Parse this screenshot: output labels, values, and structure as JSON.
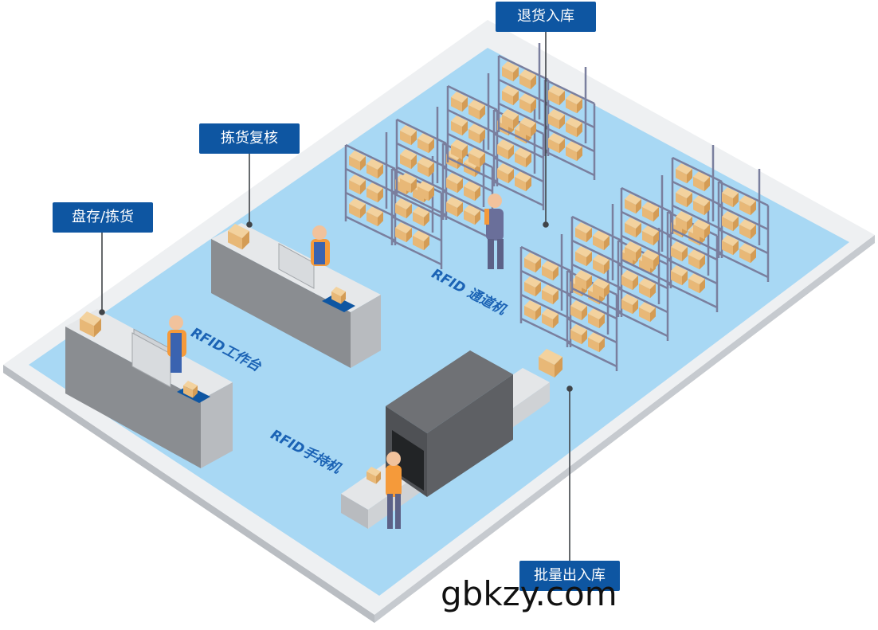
{
  "callouts": {
    "return_in": "退货入库",
    "pick_check": "拣货复核",
    "inventory_pick": "盘存/拣货",
    "batch_out": "批量出入库"
  },
  "floor_labels": {
    "rfid_tunnel": "RFID 通道机",
    "rfid_workbench": "RFID工作台",
    "rfid_handheld": "RFID手持机"
  },
  "watermark": "gbkzy.com",
  "colors": {
    "callout_bg": "#0e56a2",
    "floor": "#a8d8f4",
    "platform_top": "#eef0f2",
    "platform_side": "#c9ccd0",
    "label_blue": "#1b63b5",
    "box": "#e8b877",
    "rack": "#7a7f9e"
  }
}
